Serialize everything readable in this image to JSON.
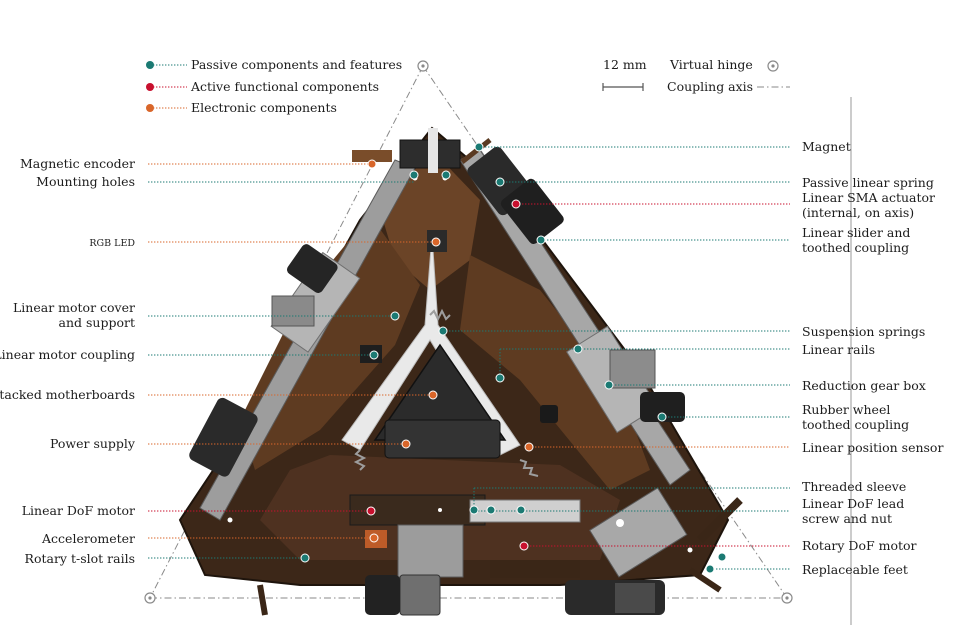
{
  "legend": {
    "passive": "Passive components and features",
    "active": "Active functional components",
    "electronic": "Electronic components",
    "scale": "12 mm",
    "virtual_hinge": "Virtual hinge",
    "coupling_axis": "Coupling axis"
  },
  "labels_left": {
    "magnetic_encoder": "Magnetic encoder",
    "mounting_holes": "Mounting holes",
    "rgb_led": "RGB LED",
    "linear_motor_cover": [
      "Linear motor cover",
      "and support"
    ],
    "linear_motor_coupling": "Linear motor coupling",
    "stacked_motherboards": "Stacked motherboards",
    "power_supply": "Power supply",
    "linear_dof_motor": "Linear DoF motor",
    "accelerometer": "Accelerometer",
    "rotary_tslot_rails": "Rotary t-slot rails"
  },
  "labels_right": {
    "magnet": "Magnet",
    "passive_linear_spring": "Passive linear spring",
    "linear_sma_actuator": [
      "Linear SMA actuator",
      "(internal, on axis)"
    ],
    "linear_slider": [
      "Linear slider and",
      "toothed coupling"
    ],
    "suspension_springs": "Suspension springs",
    "linear_rails": "Linear rails",
    "reduction_gear_box": "Reduction gear box",
    "rubber_wheel": [
      "Rubber wheel",
      "toothed coupling"
    ],
    "linear_position_sensor": "Linear position sensor",
    "threaded_sleeve": "Threaded sleeve",
    "linear_dof_lead_screw": [
      "Linear DoF lead",
      "screw and nut"
    ],
    "rotary_dof_motor": "Rotary DoF motor",
    "replaceable_feet": "Replaceable feet"
  },
  "colors": {
    "passive": "#1b7a73",
    "active": "#c8102e",
    "electronic": "#d9662a",
    "wood_dark": "#3a2617",
    "wood_mid": "#5c3a22",
    "metal": "#b9b9b9",
    "metal_dark": "#6f6f6f"
  }
}
